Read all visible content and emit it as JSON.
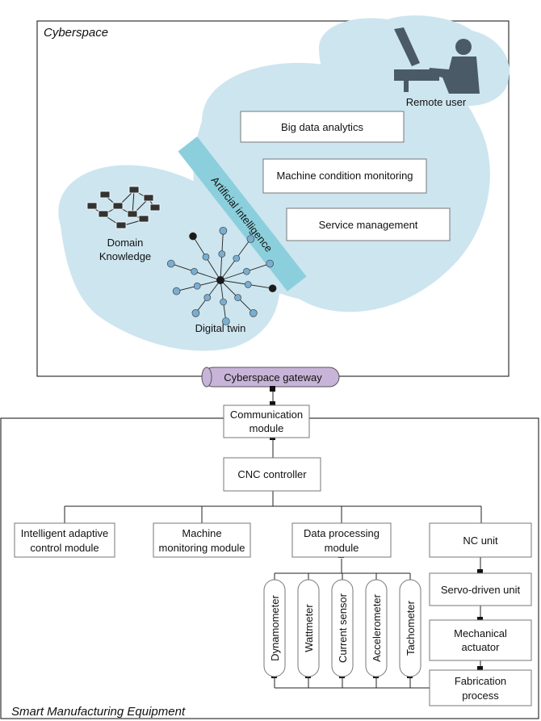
{
  "colors": {
    "cloud": "#cde5ef",
    "ai_band": "#8ccfdc",
    "gateway": "#c8b4d8",
    "node_blue": "#7aaed0",
    "node_dark": "#1a1a1a",
    "user": "#4a5a66"
  },
  "regions": {
    "cyberspace": "Cyberspace",
    "equipment": "Smart Manufacturing Equipment"
  },
  "cyber": {
    "remote_user": "Remote user",
    "big_data": "Big data analytics",
    "condition_monitoring": "Machine condition monitoring",
    "service_management": "Service management",
    "ai": "Artificial intelligence",
    "domain_knowledge": [
      "Domain",
      "Knowledge"
    ],
    "digital_twin": "Digital twin",
    "icons": [
      "remote-user-icon",
      "network-icon",
      "digital-twin-graph-icon"
    ]
  },
  "gateway": "Cyberspace gateway",
  "equipment": {
    "communication_module": [
      "Communication",
      "module"
    ],
    "cnc_controller": "CNC controller",
    "adaptive_control": [
      "Intelligent adaptive",
      "control module"
    ],
    "machine_monitoring": [
      "Machine",
      "monitoring module"
    ],
    "data_processing": [
      "Data processing",
      "module"
    ],
    "nc_unit": "NC unit",
    "servo_unit": "Servo-driven unit",
    "mechanical_actuator": [
      "Mechanical",
      "actuator"
    ],
    "fabrication_process": [
      "Fabrication",
      "process"
    ],
    "sensors": [
      "Dynamometer",
      "Wattmeter",
      "Current sensor",
      "Accelerometer",
      "Tachometer"
    ]
  }
}
